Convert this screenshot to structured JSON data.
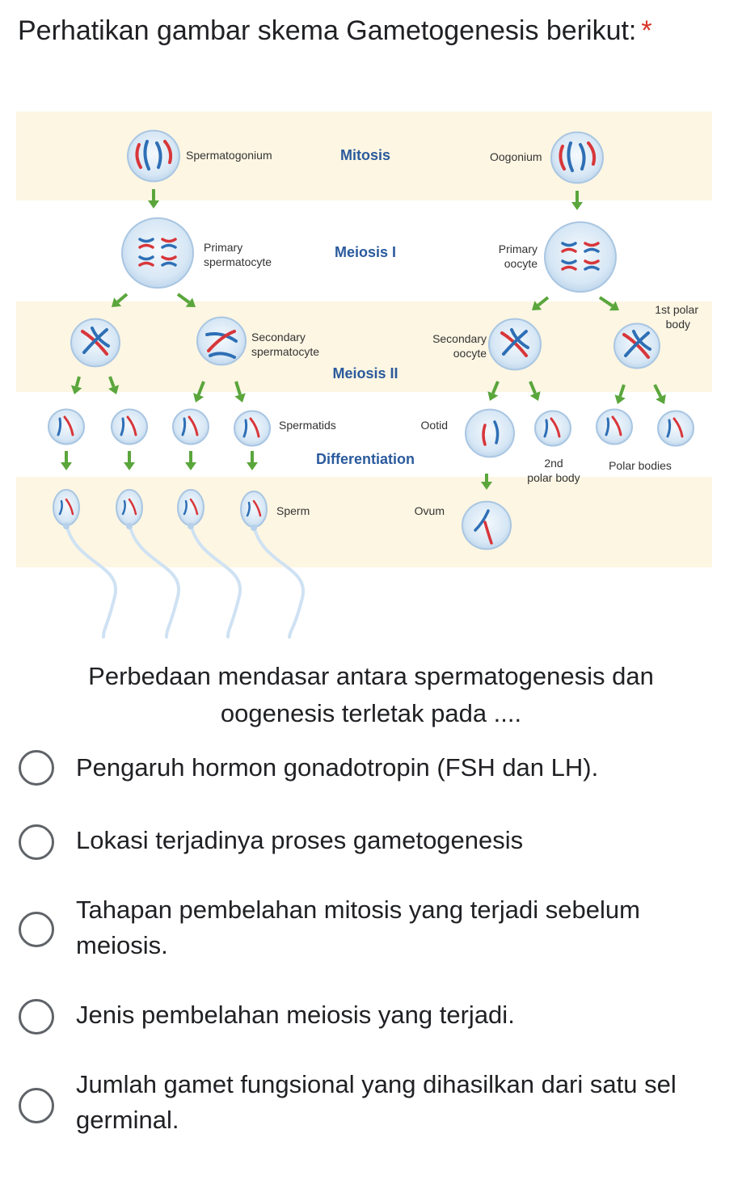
{
  "question": {
    "title": "Perhatikan gambar skema Gametogenesis berikut:",
    "required_mark": "*",
    "prompt": "Perbedaan mendasar antara spermatogenesis dan oogenesis terletak pada ...."
  },
  "diagram": {
    "phases": [
      "Mitosis",
      "Meiosis I",
      "Meiosis II",
      "Differentiation"
    ],
    "labels": {
      "spermatogonium": "Spermatogonium",
      "oogonium": "Oogonium",
      "primary_spermatocyte_1": "Primary",
      "primary_spermatocyte_2": "spermatocyte",
      "primary_oocyte_1": "Primary",
      "primary_oocyte_2": "oocyte",
      "polar1_1": "1st polar",
      "polar1_2": "body",
      "secondary_spermatocyte_1": "Secondary",
      "secondary_spermatocyte_2": "spermatocyte",
      "secondary_oocyte_1": "Secondary",
      "secondary_oocyte_2": "oocyte",
      "spermatids": "Spermatids",
      "ootid": "Ootid",
      "polar2_1": "2nd",
      "polar2_2": "polar body",
      "polar_bodies": "Polar bodies",
      "sperm": "Sperm",
      "ovum": "Ovum"
    },
    "colors": {
      "band": "#fdf6e3",
      "cell_fill": "#cfe2f3",
      "cell_edge": "#a9c6e2",
      "arrow": "#5aa63c",
      "chrom_blue": "#2e6fb5",
      "chrom_red": "#d8363a"
    }
  },
  "options": [
    {
      "label": "Pengaruh hormon gonadotropin (FSH dan LH).",
      "selected": false
    },
    {
      "label": "Lokasi terjadinya proses gametogenesis",
      "selected": false
    },
    {
      "label": "Tahapan pembelahan mitosis yang terjadi sebelum meiosis.",
      "selected": false
    },
    {
      "label": "Jenis pembelahan meiosis yang terjadi.",
      "selected": false
    },
    {
      "label": "Jumlah gamet fungsional yang dihasilkan dari satu sel germinal.",
      "selected": false
    }
  ]
}
